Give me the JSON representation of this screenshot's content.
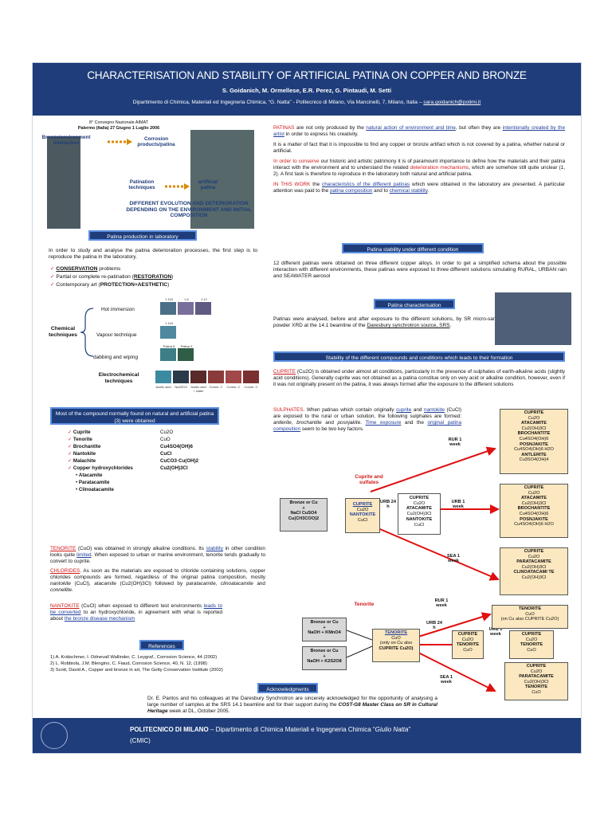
{
  "header": {
    "title": "CHARACTERISATION AND STABILITY OF ARTIFICIAL PATINA ON COPPER AND BRONZE",
    "authors": "S. Goidanich, M. Ormellese, E.R. Perez, G. Pintaudi, M. Setti",
    "affiliation": "Dipartimento di Chimica, Materiali ed Ingegneria Chimica, “G. Natta” - Politecnico di Milano, Via Mancinelli, 7, Milano, Italia –",
    "email": "sara.goidanich@polimi.it"
  },
  "conference": {
    "line1": "8° Convegno Nazionale AIMAT",
    "line2": "Palermo (Italia) 27 Giugno 1 Luglio 2006"
  },
  "diagram": {
    "bronze_env": "Bronze/environment interaction",
    "corrosion": "Corrosion products/patina",
    "patination": "Patination techniques",
    "artificial": "artificial patina",
    "evolution": "DIFFERENT EVOLUTION AND DETERIORATION DEPENDING ON THE ENVIRONMENT AND INITIAL COMPOSITION"
  },
  "intro": {
    "p1_a": "PATINAS",
    "p1_b": " are not only produced by the ",
    "p1_c": "natural action of environment and time",
    "p1_d": ", but often they are ",
    "p1_e": "intentionally created by the artist",
    "p1_f": " in order to express his creativity.",
    "p2": "It is a matter of fact that it is impossible to find any copper or bronze artifact which is not covered by a patina, whether natural or artificial.",
    "p3_a": "In order to conserve",
    "p3_b": " our historic and artistic patrimony it is of paramount importance to define how the materials and their patina interact with the environment and to understand the related ",
    "p3_c": "deterioration mechanisms",
    "p3_d": ", which are somehow still quite unclear (1, 2). A first task is therefore to reproduce in the laboratory both natural and artificial patina.",
    "p4_a": "IN THIS WORK",
    "p4_b": " the ",
    "p4_c": "characteristics of the different patinas",
    "p4_d": " which were obtained in the laboratory are presented. A particular attention was paid to the ",
    "p4_e": "patina composition",
    "p4_f": " and to ",
    "p4_g": "chemical stability",
    "p4_h": "."
  },
  "lab": {
    "heading": "Patina production in laboratory",
    "text": "In order to study and analyse the patina deterioration processes, the first step is to reproduce the patina in the laboratory.",
    "items": [
      {
        "a": "CONSERVATION",
        "b": " problems"
      },
      {
        "a": "Partial or complete re-patination (",
        "b": "RESTORATION",
        "c": ")"
      },
      {
        "a": "Contemporary art (",
        "b": "PROTECTION+AESTHETIC",
        "c": ")"
      }
    ],
    "chemical": "Chemical techniques",
    "hot": "Hot immersion",
    "vapour": "Vapour technique",
    "dabbing": "dabbing and wiping",
    "electro": "Electrochemical techniques",
    "sw_hot": [
      "1.118",
      "1.6",
      "1.12"
    ],
    "sw_vap": [
      "1.118"
    ],
    "sw_dab": [
      "Patina 8",
      "Patina 3"
    ],
    "sw_el": [
      "Acetic acid",
      "Na2SO4",
      "Acetic acid + water",
      "Comm. C",
      "Comm. C",
      "Comm. C"
    ]
  },
  "compounds": {
    "heading": "Most of the compound normally found on natural and artificial patina (3) were obtained",
    "rows": [
      {
        "name": "Cuprite",
        "formula": "Cu2O"
      },
      {
        "name": "Tenorite",
        "formula": "CuO"
      },
      {
        "name": "Brochantite",
        "formula": "Cu4SO4(OH)6"
      },
      {
        "name": "Nantokite",
        "formula": "CuCl"
      },
      {
        "name": "Malachite",
        "formula": "CuCO3·Cu(OH)2"
      },
      {
        "name": "Copper hydroxychlorides",
        "formula": "Cu2(OH)3Cl"
      }
    ],
    "subs": [
      "Atacamite",
      "Paratacamite",
      "Clinoatacamite"
    ]
  },
  "tenorite_text": {
    "a": "TENORITE",
    "b": " (CuO) was obtained in strongly alkaline conditions. Its ",
    "c": "stability",
    "d": " in other condition looks quite ",
    "e": "limited",
    "f": ". When exposed to urban or marine environment, tenorite tends gradually to convert to cuprite."
  },
  "chlorides_text": {
    "a": "CHLORIDES",
    "b": ". As soon as the materials are exposed to chloride containing solutions, copper chlorides compounds are formed, regardless of the original patina composition, mostly ",
    "c": "nantokite",
    "d": " (CuCl), ",
    "e": "atacamite",
    "f": " (Cu2(OH)3Cl) followed by ",
    "g": "paratacamite, clinoatacamite",
    "h": " and ",
    "i": "connellite",
    "j": "."
  },
  "nantokite_text": {
    "a": "NANTOKITE",
    "b": " (CuCl) when exposed to different test environments ",
    "c": "leads to be converted",
    "d": " to an hydroxychloride, in agreement with what is reported about ",
    "e": "the bronze disease mechanism"
  },
  "references": {
    "heading": "References",
    "items": [
      "1) A. Krätschmer, I. Odnevall Wallinder, C. Leygraf., Corrosion Science, 44 (2002)",
      "2) L. Robbiola, J.M. Blengino, C. Fiaud, Corrosion Science, 40, N. 12, (1998)",
      "3) Scott, David A., Copper and bronze in art, The Getty Conservation Institute (2002)"
    ]
  },
  "stability": {
    "heading": "Patina stability under different condition",
    "text": "12 different patinas were obtained on three different copper alloys. In order to get a simplified schema about the possible interaction with different environments, these patinas were exposed to three different solutions simulating RURAL, URBAN rain and SEAWATER aerosol"
  },
  "characterisation": {
    "heading": "Patina characterisation",
    "text_a": "Patinas were analysed, before and after exposure to the different solutions, by SR micro-sample powder XRD at the 14.1 beamline of the ",
    "text_b": "Daresbury synchrotron source, SRS",
    "text_c": "."
  },
  "formation": {
    "heading": "Stability of the different compounds and conditions which leads to their formation",
    "cuprite_a": "CUPRITE",
    "cuprite_b": " (Cu2O) is obtained under almost all conditions, particularly in the presence of sulphates of earth-alkaline acids (slightly acid conditions). Generally cuprite was not obtained as a patina constitue only on very acid or alkaline condition, however, even if it was not originally present on the patina, it was always formed after the exposure to the different solutions",
    "sulph_a": "SULPHATES",
    "sulph_b": ". When patinas which contain originally ",
    "sulph_c": "cuprite",
    "sulph_d": " and ",
    "sulph_e": "nantokite",
    "sulph_f": " (CuCl) are exposed to the rural or urban solution, the following sulphates are formed: ",
    "sulph_g": "antlerite",
    "sulph_h": ", ",
    "sulph_i": "brochantite",
    "sulph_j": " and ",
    "sulph_k": "posnjakite",
    "sulph_l": ". ",
    "sulph_m": "Time exposure",
    "sulph_n": " and the ",
    "sulph_o": "original patina composition",
    "sulph_p": " seem to be two key factors."
  },
  "scheme1": {
    "start": [
      "Bronze or Cu",
      "+",
      "NaCl CuSO4",
      "Cu(CH3COO)2"
    ],
    "mid": [
      "CUPRITE",
      "Cu2O",
      "NANTOKITE",
      "CuCl"
    ],
    "urb_mid": [
      "CUPRITE",
      "Cu2O",
      "ATACAMITE",
      "Cu2(OH)3Cl",
      "NANTOKITE",
      "CuCl"
    ],
    "rur": [
      "CUPRITE",
      "Cu2O",
      "ATACAMITE",
      "Cu2(OH)3Cl",
      "BROCHANTITE",
      "Cu4SO4(OH)6",
      "POSNJAKITE",
      "Cu4SO4(OH)6 H2O",
      "ANTLERITE",
      "Cu3SO4(OH)4"
    ],
    "urb": [
      "CUPRITE",
      "Cu2O",
      "ATACAMITE",
      "Cu2(OH)3Cl",
      "BROCHANTITE",
      "Cu4SO4(OH)6",
      "POSNJAKITE",
      "Cu4SO4(OH)6 H2O"
    ],
    "sea": [
      "CUPRITE",
      "Cu2O",
      "PARATACAMITE",
      "Cu2(OH)3Cl",
      "CLINOATACAMI TE",
      "Cu2(OH)3Cl"
    ],
    "lbl_rur": "RUR 1 week",
    "lbl_urb24": "URB 24 h",
    "lbl_urb1": "URB 1 week",
    "lbl_sea": "SEA 1 week",
    "lbl_cuprite": "Cuprite and sulfates"
  },
  "scheme2": {
    "start1": [
      "Bronze or Cu",
      "+",
      "NaOH + KMnO4"
    ],
    "start2": [
      "Bronze or Cu",
      "+",
      "NaOH + K2S2O8"
    ],
    "mid": [
      "TENORITE",
      "CuO",
      "(only on Cu also",
      "CUPRITE Cu2O)"
    ],
    "urb_mid": [
      "CUPRITE",
      "Cu2O",
      "TENORITE",
      "CuO"
    ],
    "rur": [
      "TENORITE",
      "CuO",
      "(on Cu also CUPRITE Cu2O)"
    ],
    "urb": [
      "CUPRITE",
      "Cu2O",
      "TENORITE",
      "CuO"
    ],
    "sea": [
      "CUPRITE",
      "Cu2O",
      "PARATACAMITE",
      "Cu2(OH)3Cl",
      "TENORITE",
      "CuO"
    ],
    "lbl_tenorite": "Tenorite",
    "lbl_rur": "RUR 1 week",
    "lbl_urb24": "URB 24 h",
    "lbl_urb1": "URB 1 week",
    "lbl_sea": "SEA 1 week"
  },
  "ack": {
    "heading": "Acknowledgments",
    "a": "Dr. E. Pantos and his colleagues at the Daresbury Synchrotron are sincerely acknowledged for the opportunity of analysing a large number of samples at the SRS 14.1 beamline and for their support during the ",
    "b": "COST-G8 Master Class on SR in Cultural Heritage",
    "c": " week at DL, October 2005."
  },
  "footer": {
    "a": "POLITECNICO DI MILANO",
    "b": " – Dipartimento di Chimica Materiali e Ingegneria Chimica “",
    "c": "Giulio Natta",
    "d": "”",
    "e": "(CMIC)"
  },
  "colors": {
    "navy": "#1f3d7a",
    "accent_red": "#d21a1a",
    "box_fill": "#fce8c0",
    "arrow": "#e01010"
  }
}
